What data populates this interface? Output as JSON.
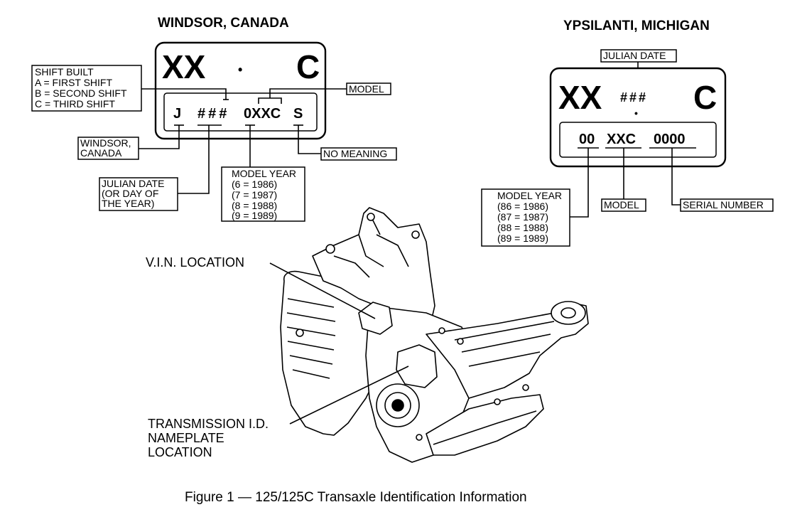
{
  "windsor": {
    "heading": "WINDSOR, CANADA",
    "plate_top_left": "XX",
    "plate_top_dot": "•",
    "plate_top_right": "C",
    "code_j": "J",
    "code_date": "###",
    "code_model": "0XXC",
    "code_s": "S",
    "shift_built": [
      "SHIFT BUILT",
      "A = FIRST SHIFT",
      "B = SECOND SHIFT",
      "C = THIRD SHIFT"
    ],
    "model_label": "MODEL",
    "location_label": [
      "WINDSOR,",
      "CANADA"
    ],
    "no_meaning_label": "NO MEANING",
    "julian_label": [
      "JULIAN DATE",
      "(OR DAY OF",
      "THE YEAR)"
    ],
    "model_year": [
      "MODEL YEAR",
      "(6 = 1986)",
      "(7 = 1987)",
      "(8 = 1988)",
      "(9 = 1989)"
    ]
  },
  "ypsilanti": {
    "heading": "YPSILANTI, MICHIGAN",
    "julian_label": "JULIAN DATE",
    "plate_top_left": "XX",
    "plate_top_date": "###",
    "plate_top_dot": "•",
    "plate_top_right": "C",
    "code_year": "00",
    "code_model": "XXC",
    "code_serial": "0000",
    "model_year": [
      "MODEL YEAR",
      "(86 = 1986)",
      "(87 = 1987)",
      "(88 = 1988)",
      "(89 = 1989)"
    ],
    "model_label": "MODEL",
    "serial_label": "SERIAL NUMBER"
  },
  "transmission": {
    "vin_location": "V.I.N. LOCATION",
    "nameplate_location": [
      "TRANSMISSION I.D.",
      "NAMEPLATE",
      "LOCATION"
    ]
  },
  "caption": "Figure 1 — 125/125C Transaxle Identification Information"
}
